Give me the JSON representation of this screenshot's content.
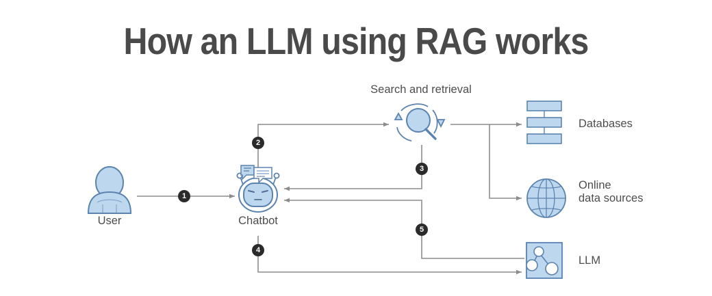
{
  "title": "How an LLM using RAG works",
  "colors": {
    "title_text": "#4a4a4a",
    "label_text": "#4d4d4d",
    "icon_fill": "#bcd7ee",
    "icon_stroke": "#5b83b0",
    "arrow": "#8c8c8c",
    "badge_bg": "#2b2b2b",
    "badge_text": "#ffffff",
    "background": "#ffffff"
  },
  "nodes": [
    {
      "id": "user",
      "label": "User",
      "icon": "user-icon"
    },
    {
      "id": "chatbot",
      "label": "Chatbot",
      "icon": "chatbot-icon"
    },
    {
      "id": "search",
      "label": "Search and retrieval",
      "icon": "search-refresh-icon"
    },
    {
      "id": "databases",
      "label": "Databases",
      "icon": "database-stack-icon"
    },
    {
      "id": "online",
      "label": "Online\ndata sources",
      "label_line1": "Online",
      "label_line2": "data sources",
      "icon": "globe-icon"
    },
    {
      "id": "llm",
      "label": "LLM",
      "icon": "neural-network-icon"
    }
  ],
  "steps": [
    {
      "number": "1",
      "from": "user",
      "to": "chatbot"
    },
    {
      "number": "2",
      "from": "chatbot",
      "to": "search"
    },
    {
      "number": "3",
      "from": "search",
      "to": "chatbot"
    },
    {
      "number": "4",
      "from": "chatbot",
      "to": "llm"
    },
    {
      "number": "5",
      "from": "llm",
      "to": "chatbot"
    }
  ]
}
